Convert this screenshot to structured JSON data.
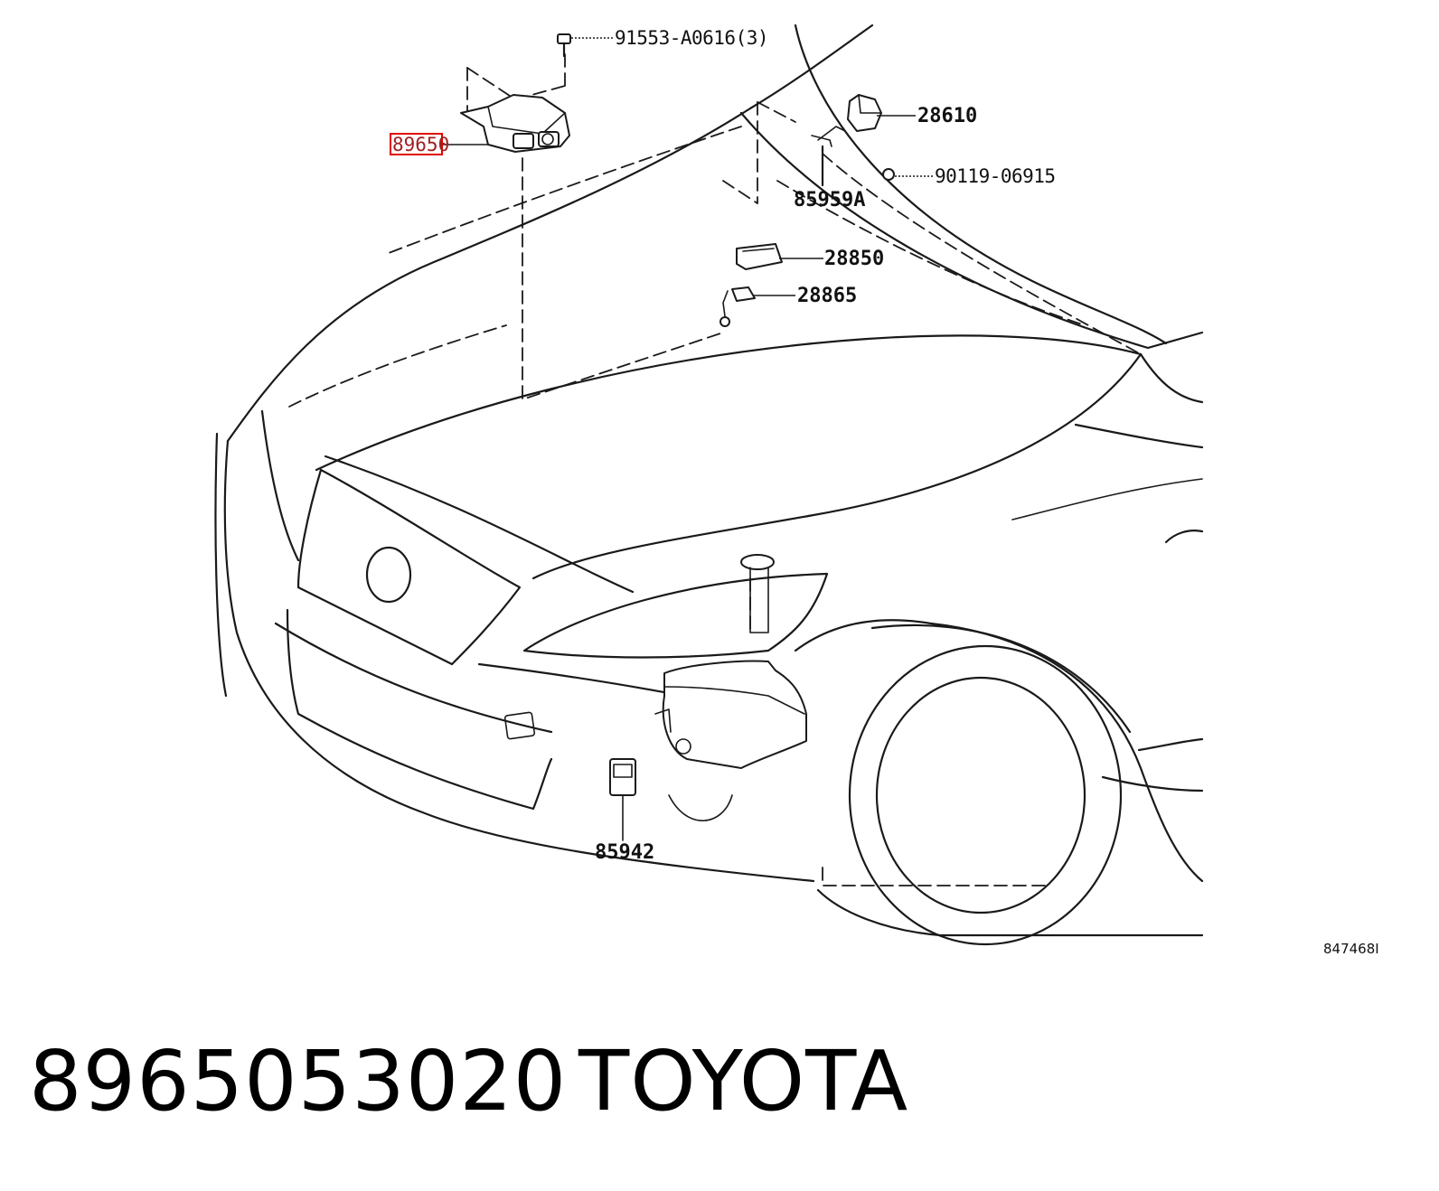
{
  "diagram": {
    "callouts": [
      {
        "id": "91553-A0616(3)",
        "highlight": false
      },
      {
        "id": "89650",
        "highlight": true
      },
      {
        "id": "28610",
        "highlight": false
      },
      {
        "id": "90119-06915",
        "highlight": false
      },
      {
        "id": "85959A",
        "highlight": false
      },
      {
        "id": "28850",
        "highlight": false
      },
      {
        "id": "28865",
        "highlight": false
      },
      {
        "id": "85942",
        "highlight": false
      }
    ],
    "reference_code": "847468I",
    "highlight_color": "#e00000"
  },
  "footer": {
    "part_number": "8965053020",
    "brand": "TOYOTA"
  }
}
